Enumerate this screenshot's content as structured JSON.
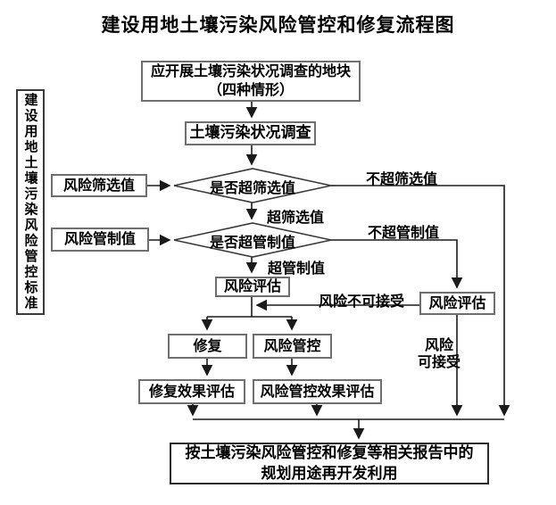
{
  "title": "建设用地土壤污染风险管控和修复流程图",
  "sidebar": {
    "label": "建设用地土壤污染风险管控标准"
  },
  "nodes": {
    "plots_line1": "应开展土壤污染状况调查的地块",
    "plots_line2": "（四种情形）",
    "survey": "土壤污染状况调查",
    "screening_value": "风险筛选值",
    "control_value": "风险管制值",
    "decision_screening": "是否超筛选值",
    "decision_control": "是否超管制值",
    "risk_assessment_center": "风险评估",
    "risk_assessment_right": "风险评估",
    "remediation": "修复",
    "risk_control": "风险管控",
    "remediation_eval": "修复效果评估",
    "risk_control_eval": "风险管控效果评估",
    "redevelop_line1": "按土壤污染风险管控和修复等相关报告中的",
    "redevelop_line2": "规划用途再开发利用"
  },
  "edge_labels": {
    "not_exceed_screening": "不超筛选值",
    "exceed_screening": "超筛选值",
    "not_exceed_control": "不超管制值",
    "exceed_control": "超管制值",
    "risk_unacceptable": "风险不可接受",
    "risk_acceptable_line1": "风险",
    "risk_acceptable_line2": "可接受"
  },
  "colors": {
    "line": "#1a1a1a",
    "box_border": "#6f6f6f",
    "diamond_border": "#3a3a3a",
    "background": "#ffffff",
    "text": "#000000"
  }
}
